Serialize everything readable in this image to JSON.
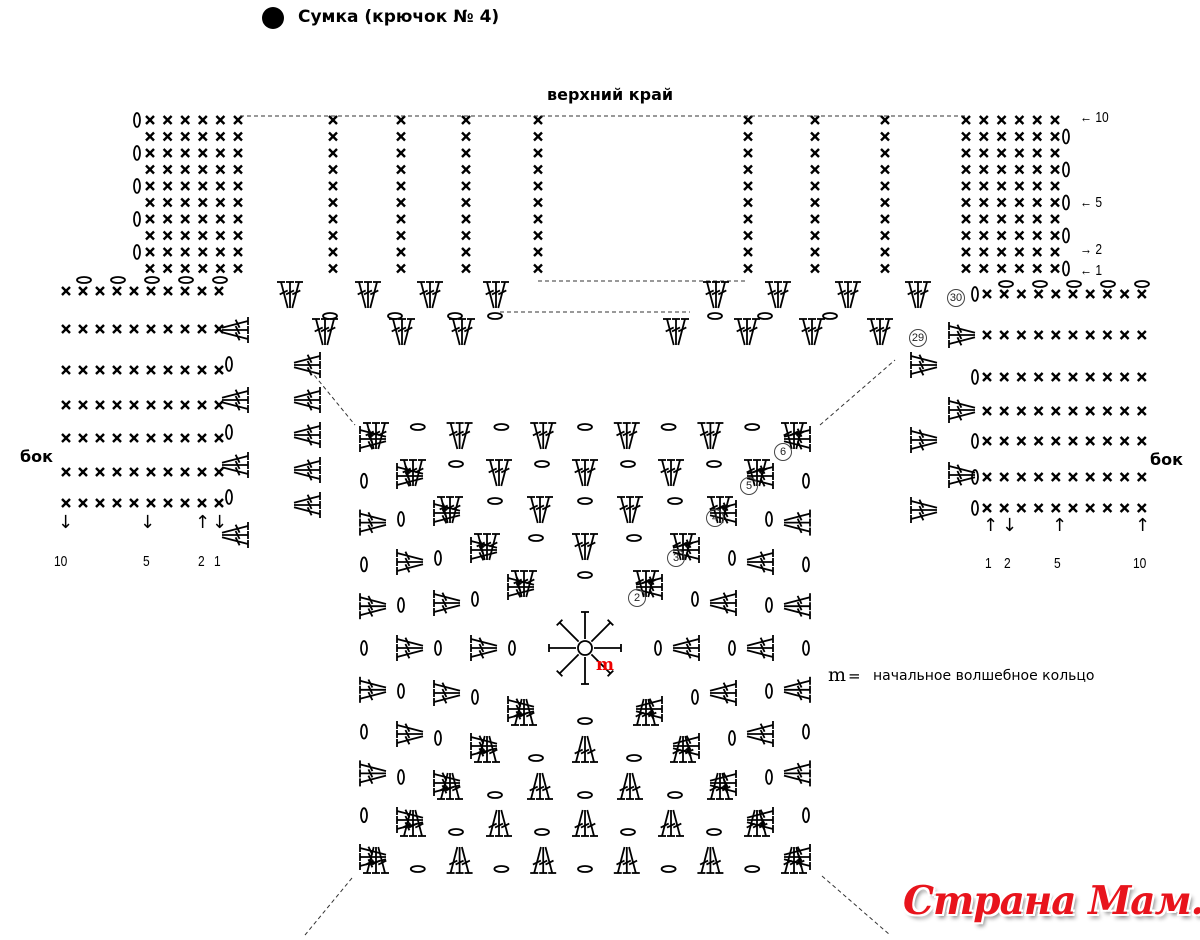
{
  "title": "Сумка (крючок № 4)",
  "top_edge_label": "верхний край",
  "side_label_left": "бок",
  "side_label_right": "бок",
  "top_row_labels": [
    {
      "arrow": "←",
      "num": "10"
    },
    {
      "arrow": "←",
      "num": "5"
    },
    {
      "arrow": "→",
      "num": "2"
    },
    {
      "arrow": "←",
      "num": "1"
    }
  ],
  "left_bottom_labels": [
    {
      "arrow": "↓",
      "num": "10"
    },
    {
      "arrow": "↓",
      "num": "5"
    },
    {
      "arrow": "↑",
      "num": "2"
    },
    {
      "arrow": "↓",
      "num": "1"
    }
  ],
  "right_bottom_labels": [
    {
      "arrow": "↑",
      "num": "1"
    },
    {
      "arrow": "↓",
      "num": "2"
    },
    {
      "arrow": "↑",
      "num": "5"
    },
    {
      "arrow": "↑",
      "num": "10"
    }
  ],
  "round_numbers": [
    "2",
    "3",
    "4",
    "5",
    "6",
    "29",
    "30"
  ],
  "center_marker": "m",
  "legend": {
    "symbol": "m",
    "equals": "=",
    "text": "начальное волшебное кольцо"
  },
  "logo": "Страна Мам.ру",
  "colors": {
    "ink": "#000000",
    "marker": "#e00000",
    "logo": "#e8141c"
  }
}
